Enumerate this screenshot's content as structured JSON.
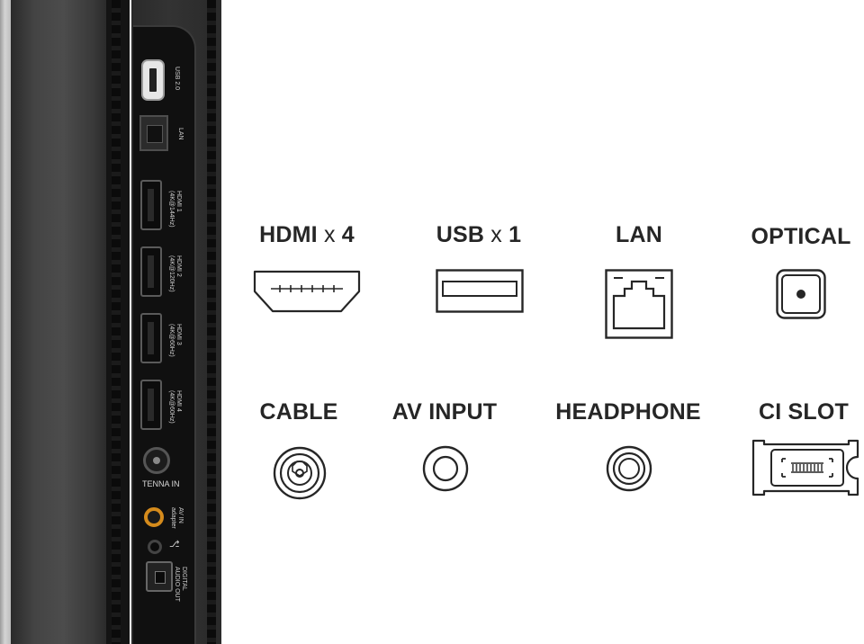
{
  "tv_panel": {
    "port_labels": {
      "usb": "USB 2.0",
      "lan": "LAN",
      "hdmi_1": "HDMI 1\n(4K@144Hz)",
      "hdmi_2": "HDMI 2\n(4K@120Hz)",
      "hdmi_3": "HDMI 3\n(4K@60Hz)",
      "hdmi_4": "HDMI 4\n(4K@60Hz)",
      "antenna": "TENNA IN",
      "av_in": "AV IN\nadapter",
      "digital_audio_out": "DIGITAL\nAUDIO OUT"
    }
  },
  "connectors": [
    {
      "id": "hdmi",
      "name": "HDMI",
      "times": "x",
      "count": "4",
      "icon": "hdmi-icon"
    },
    {
      "id": "usb",
      "name": "USB",
      "times": "x",
      "count": "1",
      "icon": "usb-icon"
    },
    {
      "id": "lan",
      "name": "LAN",
      "icon": "lan-icon"
    },
    {
      "id": "optical",
      "name": "OPTICAL",
      "icon": "optical-icon"
    },
    {
      "id": "cable",
      "name": "CABLE",
      "icon": "cable-icon"
    },
    {
      "id": "av_input",
      "name": "AV INPUT",
      "icon": "av-input-icon"
    },
    {
      "id": "headphone",
      "name": "HEADPHONE",
      "icon": "headphone-icon"
    },
    {
      "id": "ci_slot",
      "name": "CI SLOT",
      "icon": "ci-slot-icon"
    }
  ],
  "colors": {
    "icon_stroke": "#262626",
    "text": "#262626",
    "panel": "#101010",
    "av_port": "#d58b1c"
  }
}
